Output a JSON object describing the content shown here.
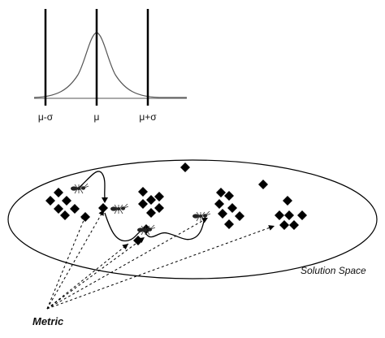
{
  "gaussian": {
    "tick_labels": [
      "μ-σ",
      "μ",
      "μ+σ"
    ]
  },
  "solution_space": {
    "label": "Solution Space"
  },
  "metric": {
    "label": "Metric"
  }
}
